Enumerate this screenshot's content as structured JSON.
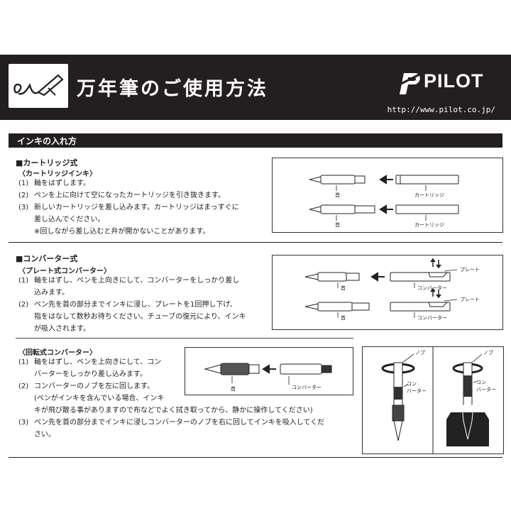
{
  "header": {
    "title": "万年筆のご使用方法",
    "brand": "PILOT",
    "url": "http://www.pilot.co.jp/"
  },
  "section": {
    "title": "インキの入れ方"
  },
  "cartridge": {
    "heading": "■カートリッジ式",
    "subheading": "〈カートリッジインキ〉",
    "steps": [
      {
        "num": "(1)",
        "text": "軸をはずします。"
      },
      {
        "num": "(2)",
        "text": "ペンを上に向けて空になったカートリッジを引き抜きます。"
      },
      {
        "num": "(3)",
        "text": "新しいカートリッジを差し込みます。カートリッジはまっすぐに"
      },
      {
        "num": "",
        "text": "差し込んでください。"
      },
      {
        "num": "",
        "text": "※回しながら差し込むと弁が開かないことがあります。"
      }
    ],
    "figure": {
      "label_neck": "首",
      "label_cartridge": "カートリッジ"
    }
  },
  "converter": {
    "heading": "■コンバーター式",
    "subheading": "〈プレート式コンバーター〉",
    "steps": [
      {
        "num": "(1)",
        "text": "軸をはずし、ペンを上向きにして、コンバーターをしっかり差し"
      },
      {
        "num": "",
        "text": "込みます。"
      },
      {
        "num": "(2)",
        "text": "ペン先を首の部分までインキに浸し、プレートを1回押し下げ、"
      },
      {
        "num": "",
        "text": "指をはなして数秒お待ちください。チューブの復元により、インキ"
      },
      {
        "num": "",
        "text": "が吸入されます。"
      }
    ],
    "figure": {
      "label_plate": "プレート",
      "label_converter": "コンバーター",
      "label_neck": "首"
    }
  },
  "rotary": {
    "subheading": "〈回転式コンバーター〉",
    "steps": [
      {
        "num": "(1)",
        "text": "軸をはずし、ペンを上向きにして、コン"
      },
      {
        "num": "",
        "text": "バーターをしっかり差し込みます。"
      },
      {
        "num": "(2)",
        "text": "コンバーターのノブを左に回します。"
      },
      {
        "num": "",
        "text": "(ペンがインキを含んでいる場合、インキ"
      },
      {
        "num": "",
        "text": "キが飛び散る事がありますので布などでよく拭き取ってから、静かに操作してください)"
      },
      {
        "num": "(3)",
        "text": "ペン先を首の部分までインキに浸しコンバーターのノブを右に回してインキを吸入してくだ"
      },
      {
        "num": "",
        "text": "さい。"
      }
    ],
    "figure": {
      "label_neck": "首",
      "label_converter": "コンバーター",
      "label_knob": "ノブ",
      "label_con": "コン",
      "label_verter": "バーター"
    }
  }
}
